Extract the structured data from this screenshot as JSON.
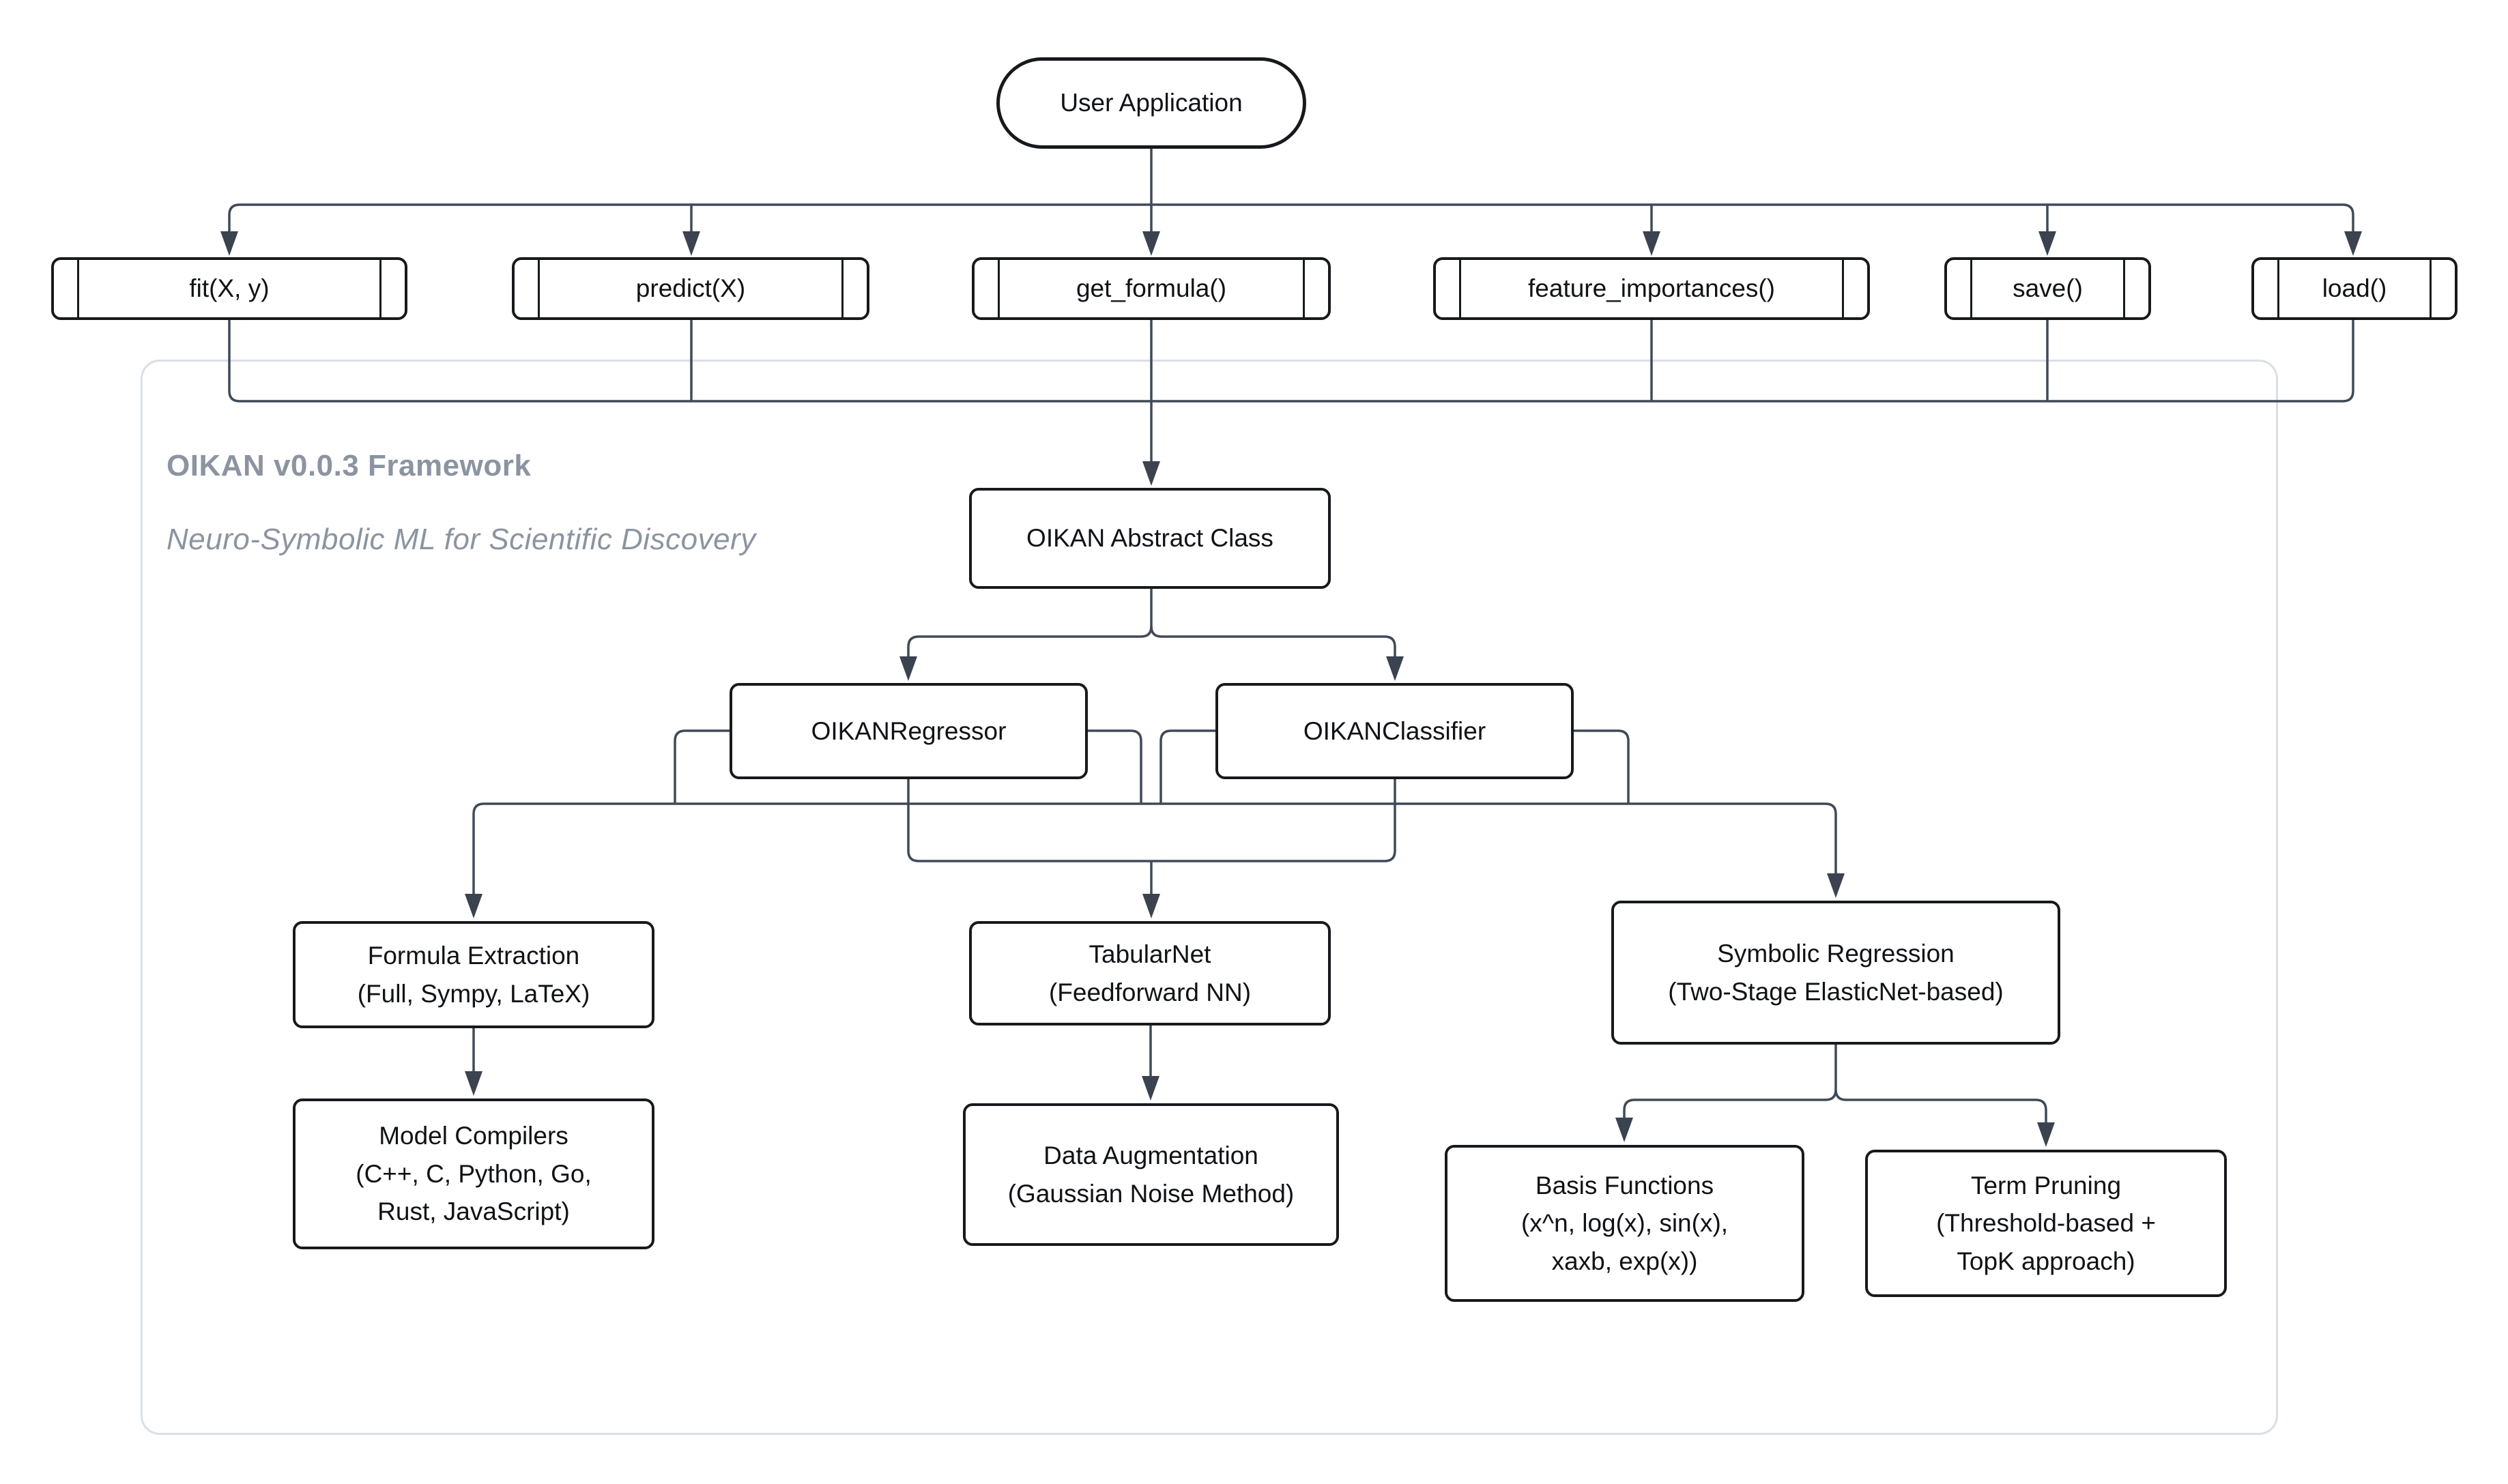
{
  "cluster": {
    "title": "OIKAN v0.0.3 Framework",
    "subtitle": "Neuro-Symbolic ML for Scientific Discovery"
  },
  "nodes": {
    "user_application": {
      "label": "User Application"
    },
    "fit": {
      "label": "fit(X, y)"
    },
    "predict": {
      "label": "predict(X)"
    },
    "get_formula": {
      "label": "get_formula()"
    },
    "feature_importances": {
      "label": "feature_importances()"
    },
    "save": {
      "label": "save()"
    },
    "load": {
      "label": "load()"
    },
    "oikan_abstract_class": {
      "label": "OIKAN Abstract Class"
    },
    "oikan_regressor": {
      "label": "OIKANRegressor"
    },
    "oikan_classifier": {
      "label": "OIKANClassifier"
    },
    "formula_extraction": {
      "line1": "Formula Extraction",
      "line2": "(Full, Sympy, LaTeX)"
    },
    "tabularnet": {
      "line1": "TabularNet",
      "line2": "(Feedforward NN)"
    },
    "symbolic_regression": {
      "line1": "Symbolic Regression",
      "line2": "(Two-Stage ElasticNet-based)"
    },
    "model_compilers": {
      "line1": "Model Compilers",
      "line2": "(C++, C, Python, Go,",
      "line3": "Rust, JavaScript)"
    },
    "data_augmentation": {
      "line1": "Data Augmentation",
      "line2": "(Gaussian Noise Method)"
    },
    "basis_functions": {
      "line1": "Basis Functions",
      "line2": "(x^n, log(x), sin(x),",
      "line3": "xaxb, exp(x))"
    },
    "term_pruning": {
      "line1": "Term Pruning",
      "line2": "(Threshold-based +",
      "line3": "TopK approach)"
    }
  },
  "colors": {
    "edge": "#404a56",
    "arrowhead": "#3a434f",
    "node_border": "#17191c",
    "cluster_border": "#d9dfe6",
    "cluster_label": "#8b94a0",
    "background": "#ffffff"
  }
}
